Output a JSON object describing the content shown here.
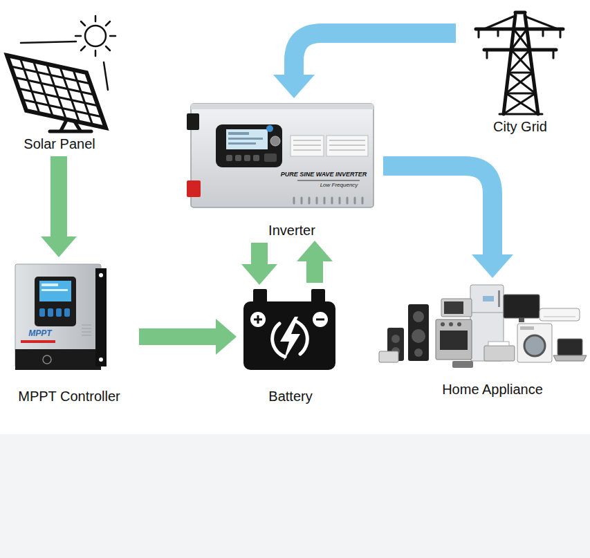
{
  "diagram": {
    "nodes": [
      {
        "text": [
          "Solar Panel"
        ]
      },
      {
        "text": [
          "City Grid"
        ]
      },
      {
        "text": [
          "Inverter"
        ]
      },
      {
        "text": [
          "MPPT Controller"
        ]
      },
      {
        "text": [
          "Battery"
        ]
      },
      {
        "text": [
          "Home Appliance"
        ]
      }
    ],
    "edges": [
      {
        "from": 0,
        "to": 3,
        "arrow": "to"
      },
      {
        "from": 3,
        "to": 4,
        "arrow": "to"
      },
      {
        "from": 2,
        "to": 4,
        "arrow": "to"
      },
      {
        "from": 4,
        "to": 2,
        "arrow": "to"
      },
      {
        "from": 1,
        "to": 2,
        "arrow": "to"
      },
      {
        "from": 2,
        "to": 5,
        "arrow": "to"
      }
    ],
    "labels": [
      "PURE SINE WAVE INVERTER",
      "Low Frequency",
      "MPPT"
    ]
  }
}
